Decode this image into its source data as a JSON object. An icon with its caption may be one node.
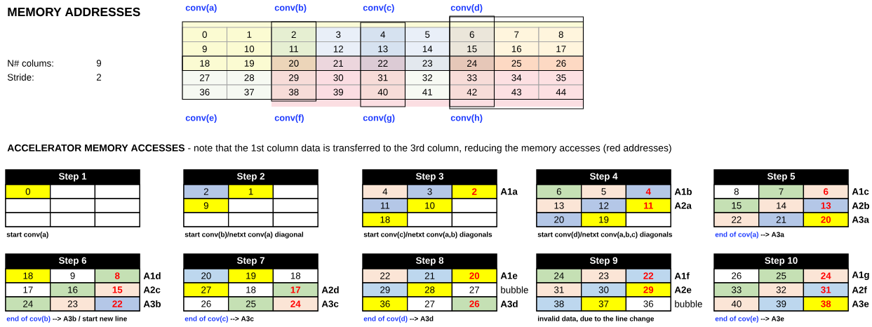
{
  "diagram": {
    "nodes": [
      {
        "text": [
          "Step 1"
        ],
        "beside": [
          "start conv(a)"
        ]
      },
      {
        "text": [
          "Step 2"
        ],
        "beside": [
          "start conv(b)/netxt conv(a) diagonal"
        ]
      },
      {
        "text": [
          "Step 3"
        ],
        "beside": [
          "start conv(c)/netxt conv(a,b) diagonals"
        ]
      },
      {
        "text": [
          "Step 4"
        ],
        "beside": [
          "start conv(d)/netxt conv(a,b,c) diagonals"
        ]
      },
      {
        "text": [
          "Step 5"
        ],
        "beside": [
          "end of cov(a)",
          "--> A3a"
        ]
      },
      {
        "text": [
          "Step 6"
        ],
        "beside": [
          "end of cov(b)",
          "--> A3b / start new line"
        ]
      },
      {
        "text": [
          "Step 7"
        ],
        "beside": [
          "end of cov(c)",
          "--> A3c"
        ]
      },
      {
        "text": [
          "Step 8"
        ],
        "beside": [
          "end of cov(d)",
          "--> A3d"
        ]
      },
      {
        "text": [
          "Step 9"
        ],
        "beside": [
          "invalid data, due to the line change"
        ]
      },
      {
        "text": [
          "Step 10"
        ],
        "beside": [
          "end of cov(e)",
          "--> A3e"
        ]
      }
    ],
    "labels": [
      "MEMORY ADDRESSES",
      "conv(a)",
      "conv(b)",
      "conv(c)",
      "conv(d)",
      "0",
      "1",
      "2",
      "3",
      "4",
      "5",
      "6",
      "7",
      "8",
      "9",
      "10",
      "11",
      "12",
      "13",
      "14",
      "15",
      "16",
      "17",
      "18",
      "19",
      "20",
      "21",
      "22",
      "23",
      "24",
      "25",
      "26",
      "27",
      "28",
      "29",
      "30",
      "31",
      "32",
      "33",
      "34",
      "35",
      "36",
      "37",
      "38",
      "39",
      "40",
      "41",
      "42",
      "43",
      "44",
      "N# colums:",
      "9",
      "Stride:",
      "2",
      "conv(e)",
      "conv(f)",
      "conv(g)",
      "conv(h)",
      "**ACCELERATOR MEMORY ACCESSES** - note that the 1st column data is transferred to the 3rd column, reducing the memory accesses (red addresses)",
      "0",
      "2",
      "1",
      "9",
      "4",
      "3",
      "2",
      "A1a",
      "11",
      "10",
      "18",
      "6",
      "5",
      "4",
      "A1b",
      "13",
      "12",
      "11",
      "A2a",
      "20",
      "19",
      "8",
      "7",
      "6",
      "A1c",
      "15",
      "14",
      "13",
      "A2b",
      "22",
      "21",
      "20",
      "A3a",
      "18",
      "9",
      "8",
      "A1d",
      "17",
      "16",
      "15",
      "A2c",
      "24",
      "23",
      "22",
      "A3b",
      "20",
      "19",
      "18",
      "27",
      "18",
      "17",
      "A2d",
      "26",
      "25",
      "24",
      "A3c",
      "22",
      "21",
      "20",
      "A1e",
      "29",
      "28",
      "27",
      "bubble",
      "36",
      "27",
      "26",
      "A3d",
      "24",
      "23",
      "22",
      "A1f",
      "31",
      "30",
      "29",
      "A2e",
      "38",
      "37",
      "36",
      "bubble",
      "26",
      "25",
      "24",
      "A1g",
      "33",
      "32",
      "31",
      "A2f",
      "40",
      "39",
      "38",
      "A3e"
    ]
  }
}
